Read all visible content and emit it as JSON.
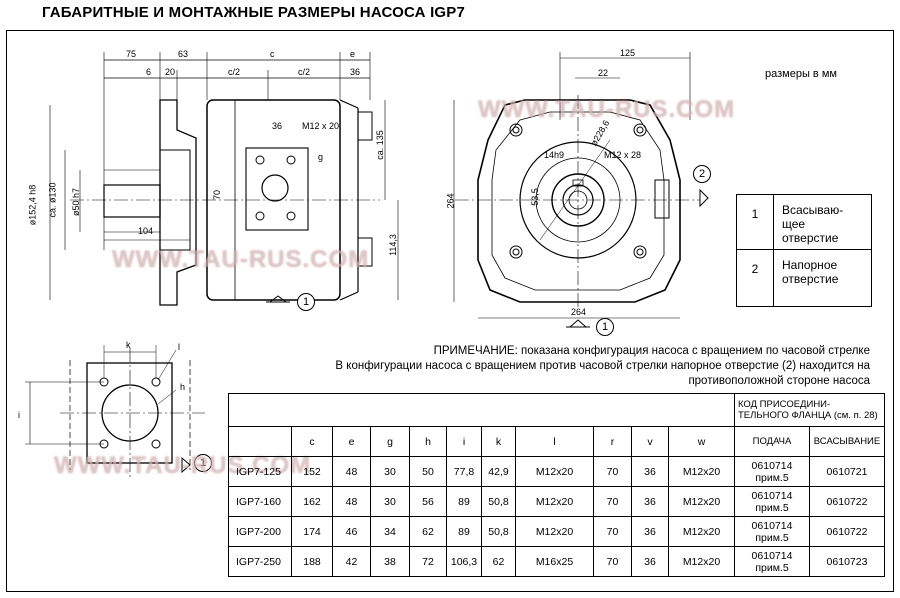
{
  "title": "ГАБАРИТНЫЕ И МОНТАЖНЫЕ РАЗМЕРЫ НАСОСА IGP7",
  "units_note": "размеры в мм",
  "watermark": "WWW.TAU-RUS.COM",
  "side_view": {
    "dims": {
      "d75": "75",
      "d63": "63",
      "c": "c",
      "e": "e",
      "d6": "6",
      "d20": "20",
      "c2a": "c/2",
      "c2b": "c/2",
      "d36": "36",
      "d36b": "36",
      "m12": "M12 x 20",
      "g": "g",
      "d70": "70",
      "ca135": "ca. 135",
      "d152": "ø152,4  h8",
      "ca130": "ca. ø130",
      "d50": "ø50  h7",
      "d104": "104",
      "d114": "114,3"
    },
    "port": "1"
  },
  "front_view": {
    "dims": {
      "d125": "125",
      "d22": "22",
      "d228": "ø228,6",
      "d14": "14h9",
      "m12": "M12 x 28",
      "d53": "53,5",
      "d264v": "264",
      "d264h": "264"
    },
    "ports": [
      "2",
      "1"
    ]
  },
  "flange_view": {
    "dims": {
      "k": "k",
      "l": "l",
      "h": "h",
      "i": "i"
    },
    "port": "1"
  },
  "legend": [
    {
      "num": "1",
      "text": "Всасываю- щее отверстие"
    },
    {
      "num": "2",
      "text": "Напорное отверстие"
    }
  ],
  "note": {
    "label": "ПРИМЕЧАНИЕ:",
    "line1": "показана конфигурация насоса с вращением по часовой стрелке",
    "line2": "В конфигурации насоса с вращением против часовой стрелки напорное отверстие (2) находится на",
    "line3": "противоположной стороне насоса"
  },
  "table": {
    "code_header": "КОД ПРИСОЕДИНИ- ТЕЛЬНОГО ФЛАНЦА (см. п. 28)",
    "columns": [
      "c",
      "e",
      "g",
      "h",
      "i",
      "k",
      "l",
      "r",
      "v",
      "w"
    ],
    "code_columns": [
      "ПОДАЧА",
      "ВСАСЫВАНИЕ"
    ],
    "rows": [
      {
        "model": "IGP7-125",
        "c": "152",
        "e": "48",
        "g": "30",
        "h": "50",
        "i": "77,8",
        "k": "42,9",
        "l": "M12x20",
        "r": "70",
        "v": "36",
        "w": "M12x20",
        "supply": "0610714",
        "supply_note": "прим.5",
        "suction": "0610721"
      },
      {
        "model": "IGP7-160",
        "c": "162",
        "e": "48",
        "g": "30",
        "h": "56",
        "i": "89",
        "k": "50,8",
        "l": "M12x20",
        "r": "70",
        "v": "36",
        "w": "M12x20",
        "supply": "0610714",
        "supply_note": "прим.5",
        "suction": "0610722"
      },
      {
        "model": "IGP7-200",
        "c": "174",
        "e": "46",
        "g": "34",
        "h": "62",
        "i": "89",
        "k": "50,8",
        "l": "M12x20",
        "r": "70",
        "v": "36",
        "w": "M12x20",
        "supply": "0610714",
        "supply_note": "прим.5",
        "suction": "0610722"
      },
      {
        "model": "IGP7-250",
        "c": "188",
        "e": "42",
        "g": "38",
        "h": "72",
        "i": "106,3",
        "k": "62",
        "l": "M16x25",
        "r": "70",
        "v": "36",
        "w": "M12x20",
        "supply": "0610714",
        "supply_note": "прим.5",
        "suction": "0610723"
      }
    ]
  }
}
